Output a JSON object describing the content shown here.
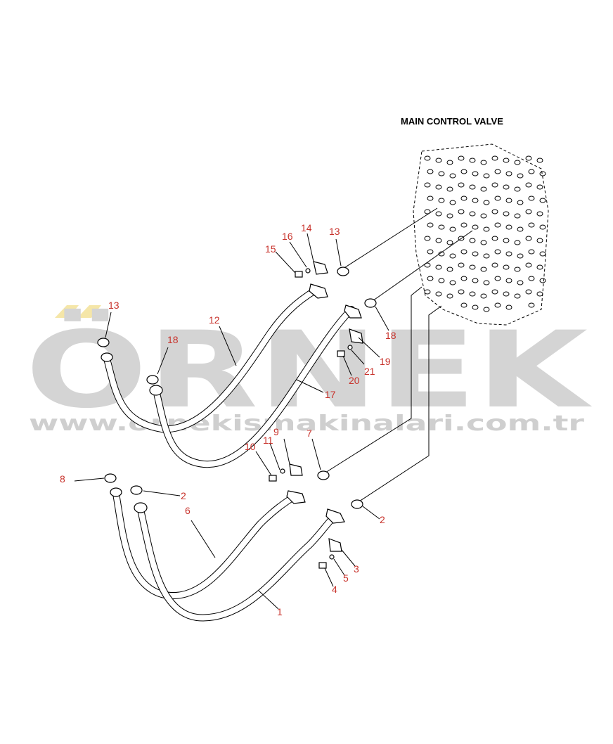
{
  "diagram": {
    "title": "MAIN CONTROL VALVE",
    "watermark": {
      "brand": "ÖRNEK",
      "url": "www.ornekismakinalari.com.tr",
      "color": "#d4d4d4",
      "accent_color": "#f5e6a8"
    },
    "callout_color": "#c8322b",
    "callouts": [
      {
        "id": "c13a",
        "label": "13"
      },
      {
        "id": "c14",
        "label": "14"
      },
      {
        "id": "c16",
        "label": "16"
      },
      {
        "id": "c15",
        "label": "15"
      },
      {
        "id": "c13b",
        "label": "13"
      },
      {
        "id": "c12",
        "label": "12"
      },
      {
        "id": "c18a",
        "label": "18"
      },
      {
        "id": "c18b",
        "label": "18"
      },
      {
        "id": "c19",
        "label": "19"
      },
      {
        "id": "c21",
        "label": "21"
      },
      {
        "id": "c20",
        "label": "20"
      },
      {
        "id": "c17",
        "label": "17"
      },
      {
        "id": "c9",
        "label": "9"
      },
      {
        "id": "c11",
        "label": "11"
      },
      {
        "id": "c10",
        "label": "10"
      },
      {
        "id": "c7",
        "label": "7"
      },
      {
        "id": "c8",
        "label": "8"
      },
      {
        "id": "c2a",
        "label": "2"
      },
      {
        "id": "c6",
        "label": "6"
      },
      {
        "id": "c2b",
        "label": "2"
      },
      {
        "id": "c3",
        "label": "3"
      },
      {
        "id": "c5",
        "label": "5"
      },
      {
        "id": "c4",
        "label": "4"
      },
      {
        "id": "c1",
        "label": "1"
      }
    ]
  }
}
